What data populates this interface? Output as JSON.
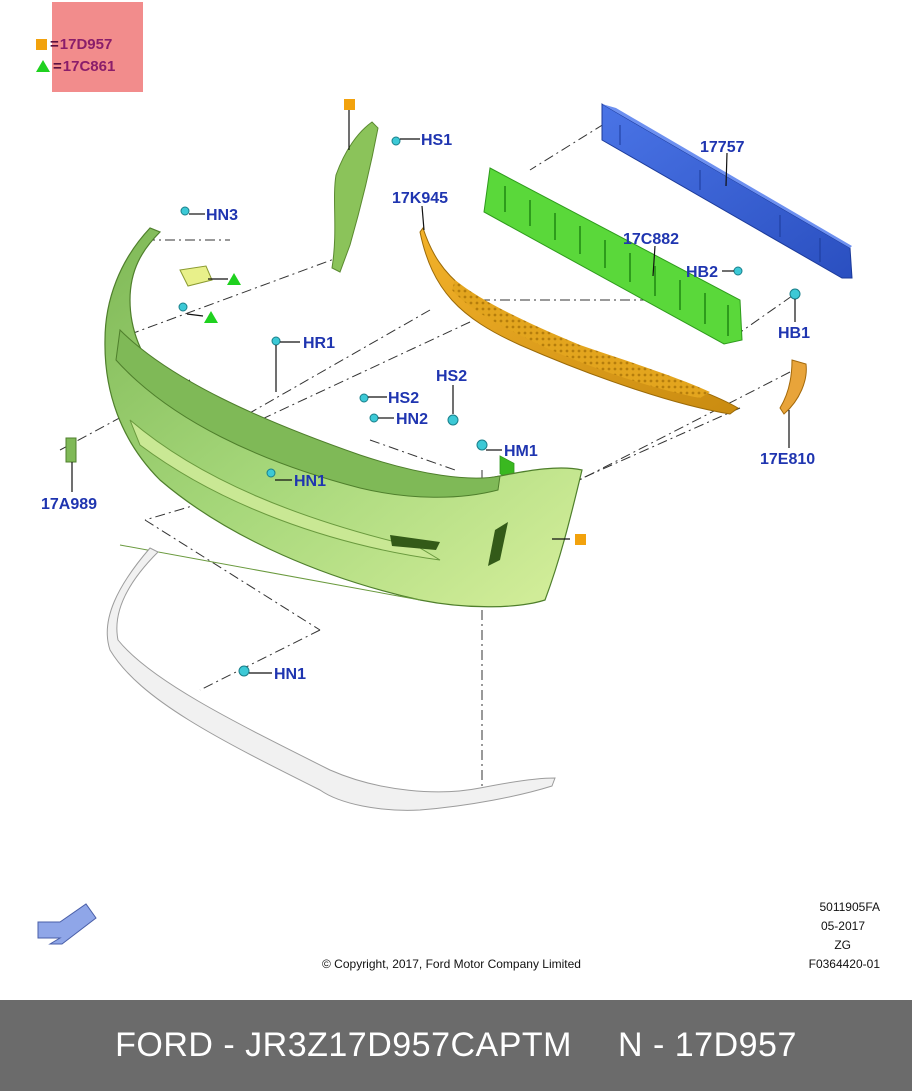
{
  "legend": {
    "square": {
      "code": "17D957",
      "color": "#f2a20d"
    },
    "triangle": {
      "code": "17C861",
      "color": "#1fd11f"
    },
    "equals": "="
  },
  "part_labels": {
    "hs1": "HS1",
    "hn3": "HN3",
    "k17945": "17K945",
    "p17757": "17757",
    "c17882": "17C882",
    "hb2": "HB2",
    "hb1": "HB1",
    "hr1": "HR1",
    "hs2_top": "HS2",
    "hs2": "HS2",
    "hn2": "HN2",
    "hm1": "HM1",
    "e17810": "17E810",
    "a17989": "17A989",
    "hn1_upper": "HN1",
    "hn1_lower": "HN1"
  },
  "meta": {
    "code": "5011905FA",
    "date": "05-2017",
    "zg": "ZG",
    "ref": "F0364420-01"
  },
  "copyright": "© Copyright, 2017, Ford Motor Company Limited",
  "footer": {
    "brand_part": "FORD - JR3Z17D957CAPTM",
    "number": "N - 17D957"
  },
  "colors": {
    "label": "#1f35b0",
    "bumper_cover": "#9bd06a",
    "reinforcement": "#3b63d8",
    "absorber": "#5ad83a",
    "grille_insert": "#e0a21a",
    "lower_lip": "#ececec",
    "fastener": "#3cc9d6",
    "footer_bg": "#6b6b6b"
  }
}
